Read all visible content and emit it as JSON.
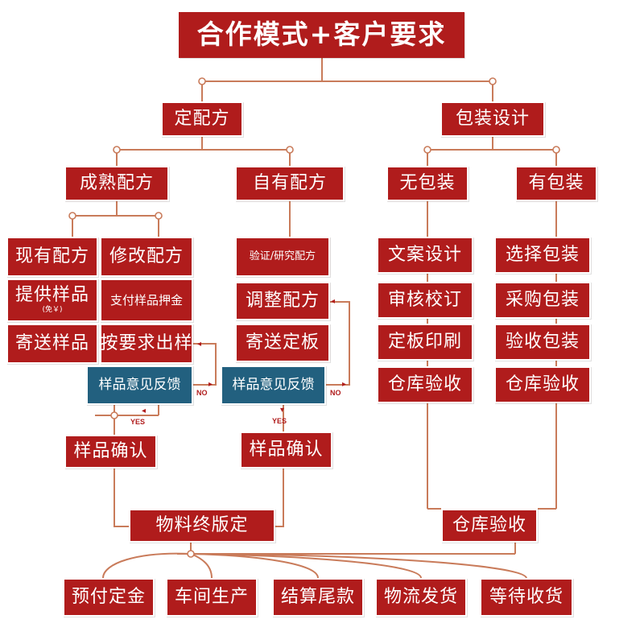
{
  "title": "合作模式+客户要求",
  "left_branch": {
    "label": "定配方",
    "mature": {
      "label": "成熟配方",
      "existing": "现有配方",
      "modify": "修改配方",
      "provide_sample": "提供样品",
      "provide_sample_note": "(免￥)",
      "deposit": "支付样品押金",
      "send_sample": "寄送样品",
      "custom_sample": "按要求出样",
      "feedback": "样品意见反馈",
      "confirm": "样品确认"
    },
    "own": {
      "label": "自有配方",
      "verify": "验证/研究配方",
      "adjust": "调整配方",
      "send_board": "寄送定板",
      "feedback": "样品意见反馈",
      "confirm": "样品确认"
    },
    "final": "物料终版定"
  },
  "right_branch": {
    "label": "包装设计",
    "none": {
      "label": "无包装",
      "steps": [
        "文案设计",
        "审核校订",
        "定板印刷",
        "仓库验收"
      ]
    },
    "has": {
      "label": "有包装",
      "steps": [
        "选择包装",
        "采购包装",
        "验收包装",
        "仓库验收"
      ]
    },
    "final": "仓库验收"
  },
  "loop_labels": {
    "yes": "YES",
    "no": "NO"
  },
  "bottom_steps": [
    "预付定金",
    "车间生产",
    "结算尾款",
    "物流发货",
    "等待收货"
  ],
  "colors": {
    "box": "#b01c1c",
    "feedback": "#22607f",
    "line": "#c97b5a"
  }
}
